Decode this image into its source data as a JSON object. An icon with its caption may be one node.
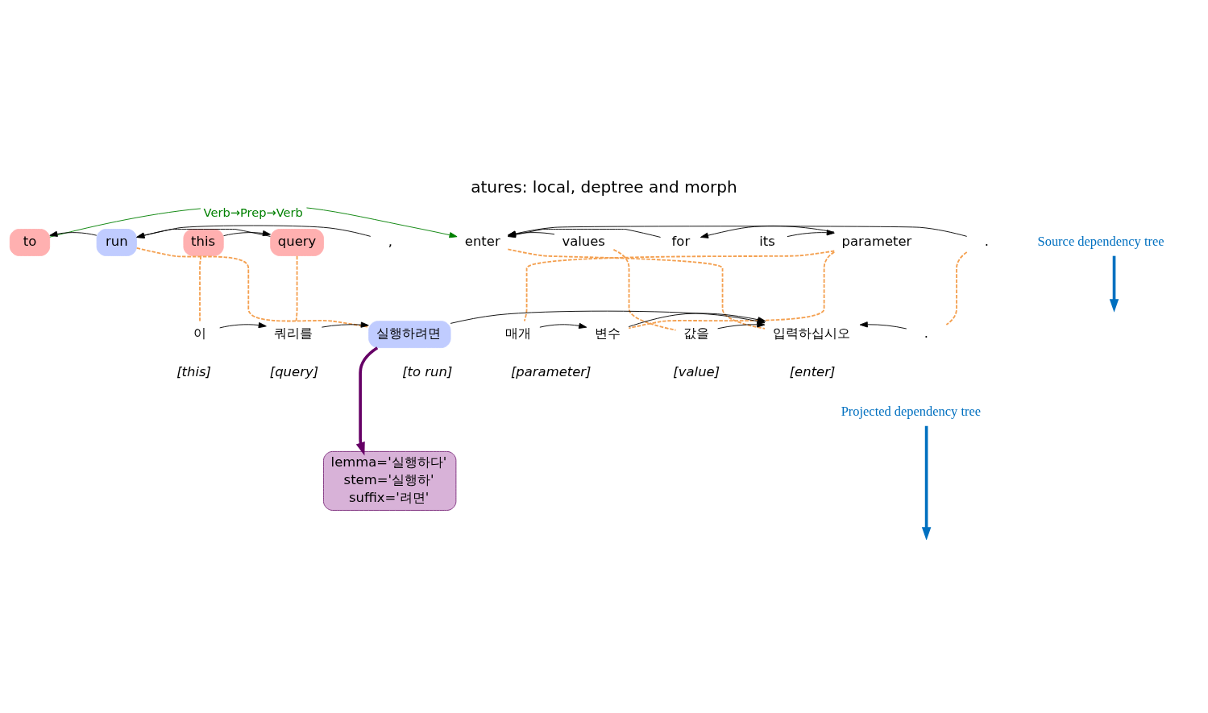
{
  "diagram": {
    "title": "atures: local, deptree and morph",
    "nodes": [
      {
        "text": [
          "to"
        ]
      },
      {
        "text": [
          "run"
        ]
      },
      {
        "text": [
          "this"
        ]
      },
      {
        "text": [
          "query"
        ]
      },
      {
        "text": [
          ","
        ]
      },
      {
        "text": [
          "enter"
        ]
      },
      {
        "text": [
          "values"
        ]
      },
      {
        "text": [
          "for"
        ]
      },
      {
        "text": [
          "its"
        ]
      },
      {
        "text": [
          "parameter"
        ]
      },
      {
        "text": [
          "."
        ]
      },
      {
        "text": [
          "이"
        ],
        "beside": [
          "[this]"
        ]
      },
      {
        "text": [
          "쿼리를"
        ],
        "beside": [
          "[query]"
        ]
      },
      {
        "text": [
          "실행하려면"
        ],
        "beside": [
          "[to run]"
        ]
      },
      {
        "text": [
          "매개"
        ],
        "beside": [
          "[parameter]"
        ]
      },
      {
        "text": [
          "변수"
        ]
      },
      {
        "text": [
          "값을"
        ],
        "beside": [
          "[value]"
        ]
      },
      {
        "text": [
          "입력하십시오"
        ],
        "beside": [
          "[enter]"
        ]
      },
      {
        "text": [
          "."
        ]
      },
      {
        "text": [
          "lemma='실행하다'",
          "stem='실행하'",
          "suffix='려면'"
        ]
      },
      {
        "text": [
          "Source dependency tree"
        ]
      },
      {
        "text": [
          "Projected dependency tree"
        ]
      }
    ],
    "edges": [
      {
        "from": 1,
        "to": 0,
        "arrow": "to"
      },
      {
        "from": 0,
        "to": 5,
        "arrow": "to",
        "label": "Verb→Prep→Verb",
        "color": "#008000"
      },
      {
        "from": 4,
        "to": 1,
        "arrow": "to"
      },
      {
        "from": 3,
        "to": 1,
        "arrow": "to"
      },
      {
        "from": 2,
        "to": 3,
        "arrow": "to"
      },
      {
        "from": 10,
        "to": 5,
        "arrow": "to"
      },
      {
        "from": 7,
        "to": 5,
        "arrow": "to"
      },
      {
        "from": 6,
        "to": 5,
        "arrow": "to"
      },
      {
        "from": 9,
        "to": 7,
        "arrow": "to"
      },
      {
        "from": 8,
        "to": 9,
        "arrow": "to"
      },
      {
        "from": 2,
        "to": 11,
        "arrow": "none",
        "style": "dashed",
        "color": "#f4a050"
      },
      {
        "from": 3,
        "to": 12,
        "arrow": "none",
        "style": "dashed",
        "color": "#f4a050"
      },
      {
        "from": 1,
        "to": 13,
        "arrow": "none",
        "style": "dashed",
        "color": "#f4a050"
      },
      {
        "from": 5,
        "to": 17,
        "arrow": "none",
        "style": "dashed",
        "color": "#f4a050"
      },
      {
        "from": 6,
        "to": 16,
        "arrow": "none",
        "style": "dashed",
        "color": "#f4a050"
      },
      {
        "from": 9,
        "to": 14,
        "arrow": "none",
        "style": "dashed",
        "color": "#f4a050"
      },
      {
        "from": 9,
        "to": 15,
        "arrow": "none",
        "style": "dashed",
        "color": "#f4a050"
      },
      {
        "from": 10,
        "to": 18,
        "arrow": "none",
        "style": "dashed",
        "color": "#f4a050"
      },
      {
        "from": 11,
        "to": 12,
        "arrow": "to"
      },
      {
        "from": 12,
        "to": 13,
        "arrow": "to"
      },
      {
        "from": 13,
        "to": 17,
        "arrow": "to"
      },
      {
        "from": 14,
        "to": 15,
        "arrow": "to"
      },
      {
        "from": 15,
        "to": 17,
        "arrow": "to"
      },
      {
        "from": 16,
        "to": 17,
        "arrow": "to"
      },
      {
        "from": 18,
        "to": 17,
        "arrow": "to"
      },
      {
        "from": 13,
        "to": 19,
        "arrow": "to",
        "style": "thick",
        "color": "#660066"
      },
      {
        "from": 20,
        "to": null,
        "arrow": "to",
        "style": "thick",
        "color": "#0070c0"
      },
      {
        "from": 21,
        "to": null,
        "arrow": "to",
        "style": "thick",
        "color": "#0070c0"
      }
    ]
  }
}
